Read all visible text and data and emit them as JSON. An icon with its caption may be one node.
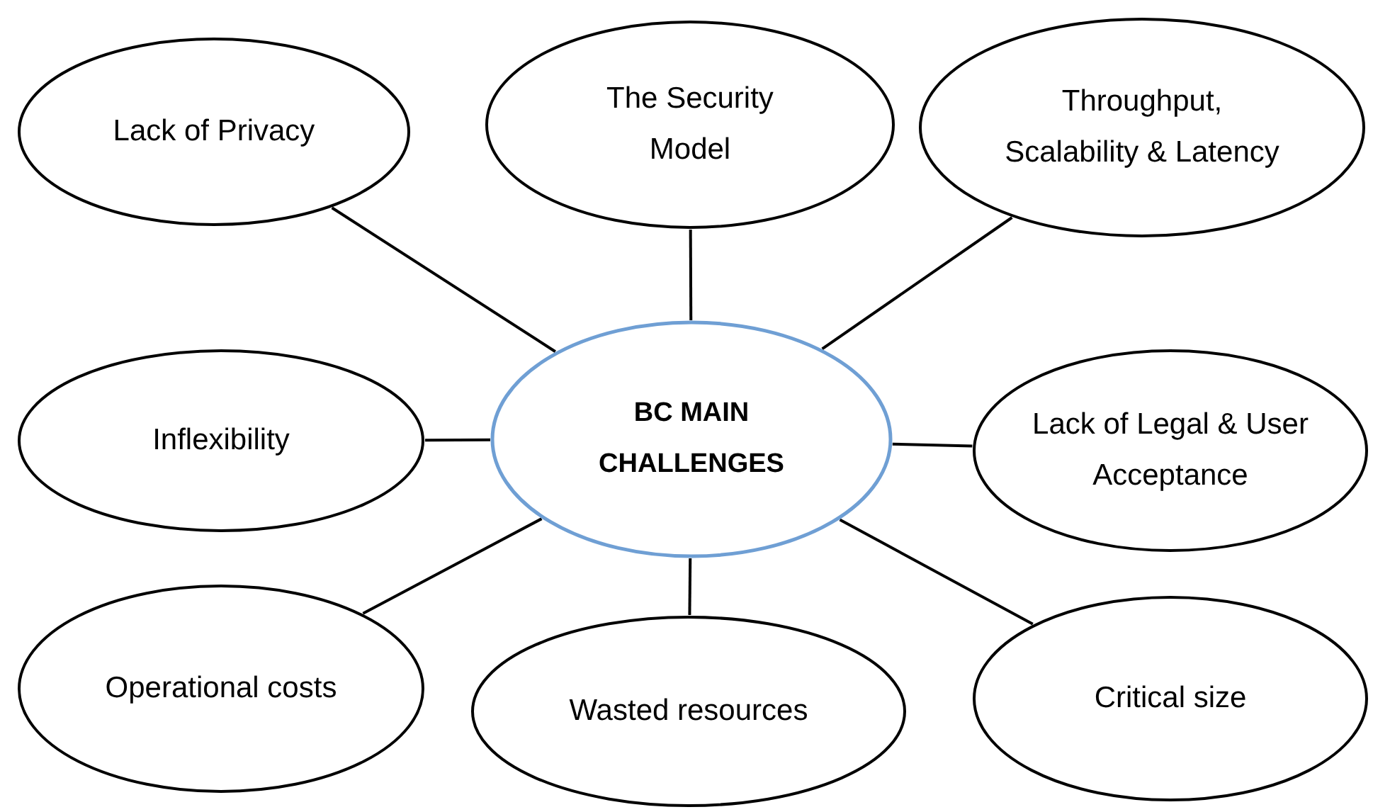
{
  "diagram": {
    "nodes": [
      {
        "text": [
          "Lack of Privacy"
        ]
      },
      {
        "text": [
          "The Security Model"
        ]
      },
      {
        "text": [
          "Throughput, Scalability & Latency"
        ]
      },
      {
        "text": [
          "Inflexibility"
        ]
      },
      {
        "text": [
          "BC MAIN CHALLENGES"
        ]
      },
      {
        "text": [
          "Lack of Legal & User Acceptance"
        ]
      },
      {
        "text": [
          "Operational costs"
        ]
      },
      {
        "text": [
          "Wasted resources"
        ]
      },
      {
        "text": [
          "Critical size"
        ]
      }
    ],
    "edges": [
      {
        "from": 4,
        "to": 0,
        "arrow": "none"
      },
      {
        "from": 4,
        "to": 1,
        "arrow": "none"
      },
      {
        "from": 4,
        "to": 2,
        "arrow": "none"
      },
      {
        "from": 4,
        "to": 3,
        "arrow": "none"
      },
      {
        "from": 4,
        "to": 5,
        "arrow": "none"
      },
      {
        "from": 4,
        "to": 6,
        "arrow": "none"
      },
      {
        "from": 4,
        "to": 7,
        "arrow": "none"
      },
      {
        "from": 4,
        "to": 8,
        "arrow": "none"
      }
    ]
  }
}
